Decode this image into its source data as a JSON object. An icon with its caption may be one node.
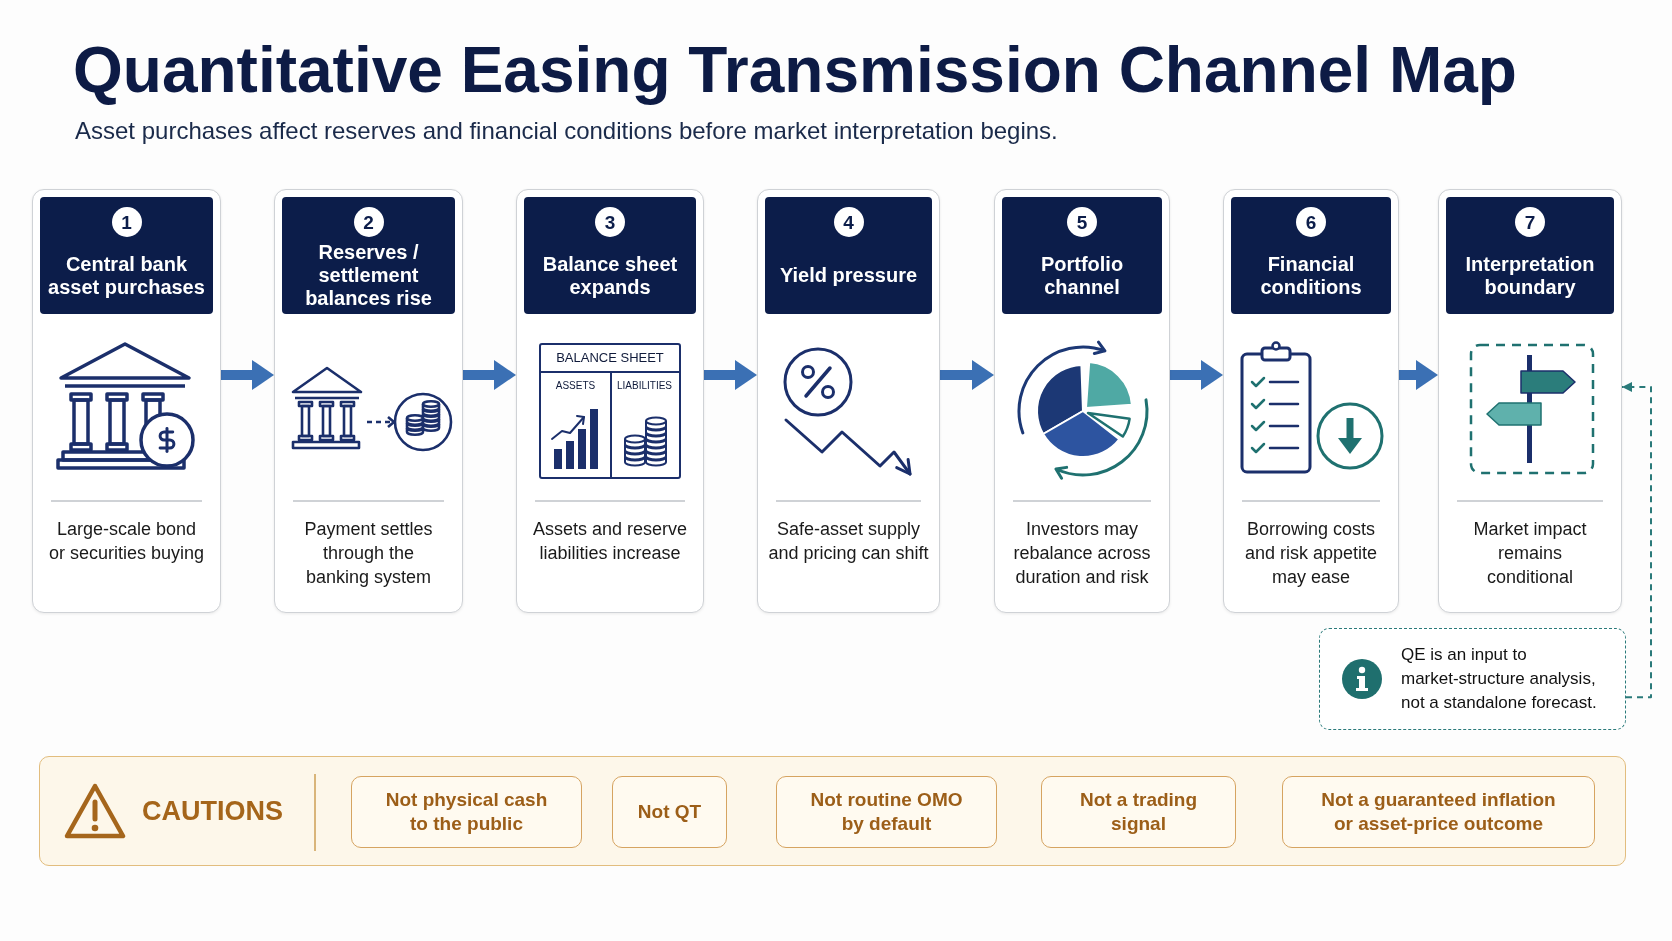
{
  "diagram": {
    "title": "Quantitative Easing Transmission Channel Map",
    "nodes": [
      {
        "text": [
          "1",
          "Central bank asset purchases",
          "Large-scale bond or securities buying"
        ]
      },
      {
        "text": [
          "2",
          "Reserves / settlement balances rise",
          "Payment settles through the banking system"
        ]
      },
      {
        "text": [
          "3",
          "Balance sheet expands",
          "Assets and reserve liabilities increase"
        ]
      },
      {
        "text": [
          "BALANCE SHEET",
          "ASSETS",
          "LIABILITIES"
        ],
        "in": 2
      },
      {
        "text": [
          "4",
          "Yield pressure",
          "Safe-asset supply and pricing can shift"
        ]
      },
      {
        "text": [
          "5",
          "Portfolio channel",
          "Investors may rebalance across duration and risk"
        ]
      },
      {
        "text": [
          "6",
          "Financial conditions",
          "Borrowing costs and risk appetite may ease"
        ]
      },
      {
        "text": [
          "7",
          "Interpretation boundary",
          "Market impact remains conditional"
        ]
      },
      {
        "text": [
          "QE is an input to market-structure analysis, not a standalone forecast."
        ]
      },
      {
        "text": [
          "CAUTIONS"
        ]
      },
      {
        "text": [
          "Not physical cash to the public"
        ],
        "in": 9
      },
      {
        "text": [
          "Not QT"
        ],
        "in": 9
      },
      {
        "text": [
          "Not routine OMO by default"
        ],
        "in": 9
      },
      {
        "text": [
          "Not a trading signal"
        ],
        "in": 9
      },
      {
        "text": [
          "Not a guaranteed inflation or asset-price outcome"
        ],
        "in": 9
      }
    ],
    "edges": [
      {
        "from": 0,
        "to": 1,
        "arrow": "to"
      },
      {
        "from": 1,
        "to": 2,
        "arrow": "to"
      },
      {
        "from": 2,
        "to": 4,
        "arrow": "to"
      },
      {
        "from": 4,
        "to": 5,
        "arrow": "to"
      },
      {
        "from": 5,
        "to": 6,
        "arrow": "to"
      },
      {
        "from": 6,
        "to": 7,
        "arrow": "to"
      },
      {
        "from": 8,
        "to": 7,
        "arrow": "to",
        "style": "dashed",
        "color": "#2a7a7a"
      }
    ],
    "labels": [
      "Asset purchases affect reserves and financial conditions before market interpretation begins."
    ]
  }
}
